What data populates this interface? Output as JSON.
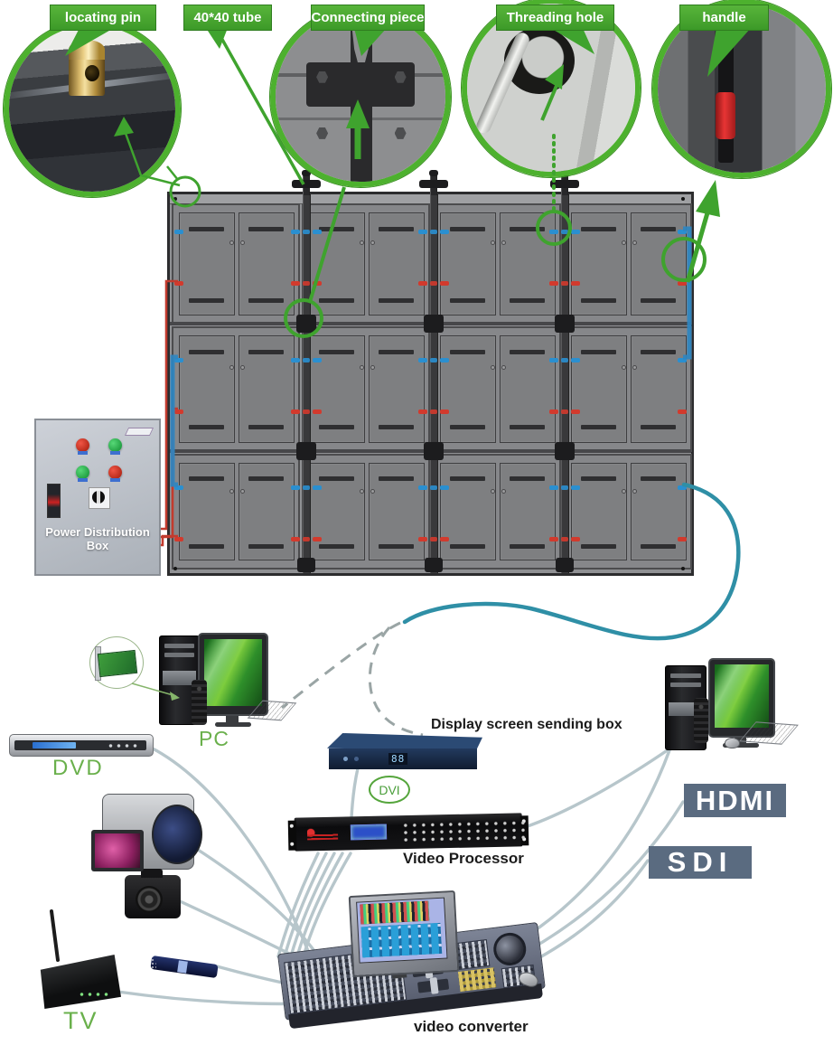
{
  "callouts": {
    "items": [
      {
        "label": "locating pin"
      },
      {
        "label": "40*40 tube"
      },
      {
        "label": "Connecting piece"
      },
      {
        "label": "Threading hole"
      },
      {
        "label": "handle"
      }
    ]
  },
  "wall": {
    "rows": 3,
    "cols": 4,
    "doors_per_cabinet": 2
  },
  "power_box": {
    "label": "Power Distribution Box"
  },
  "sources": {
    "pc": {
      "label": "PC"
    },
    "dvd": {
      "label": "DVD"
    },
    "tv": {
      "label": "TV"
    }
  },
  "sending_box": {
    "label": "Display screen sending box",
    "display": "88"
  },
  "dvi": {
    "label": "DVI"
  },
  "video_processor": {
    "label": "Video Processor"
  },
  "video_converter": {
    "label": "video converter"
  },
  "outputs": {
    "hdmi": {
      "label": "HDMI"
    },
    "sdi": {
      "label": "SDI"
    }
  },
  "colors": {
    "callout_green": "#3fa32e",
    "power_wire_red": "#c23b2e",
    "data_wire_blue": "#2e86c1",
    "data_cable_teal": "#2f8fa6",
    "device_cable_gray": "#b7c6cb",
    "output_label_bg": "#5a6b80"
  }
}
